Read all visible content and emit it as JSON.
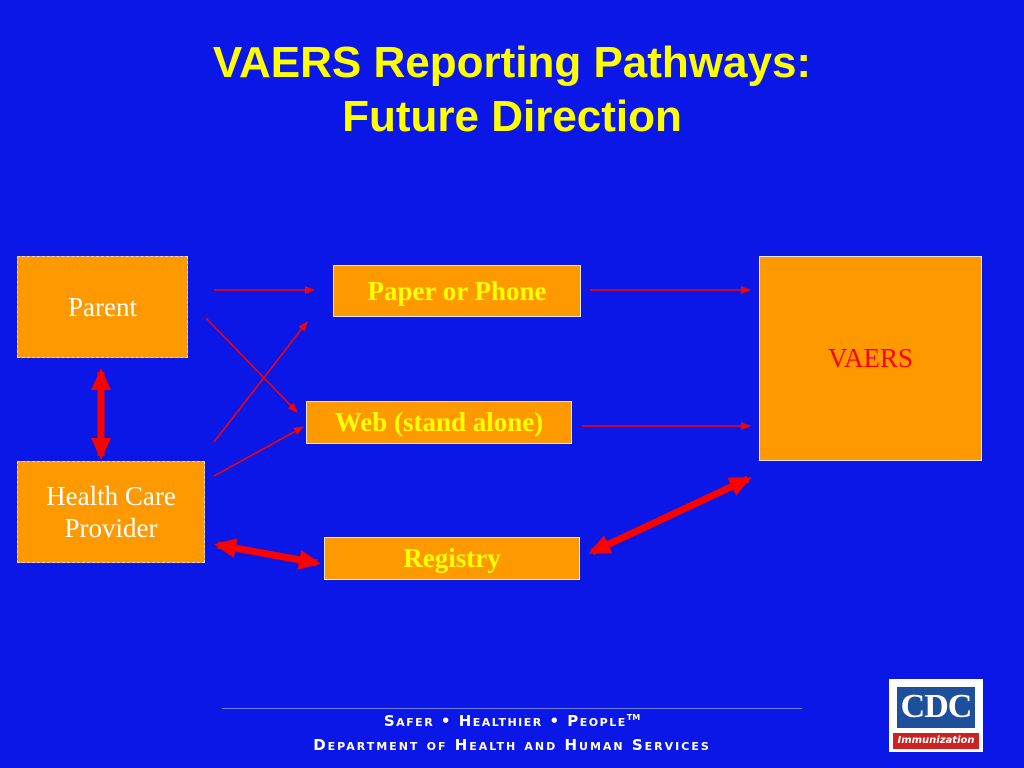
{
  "title": {
    "line1": "VAERS Reporting Pathways:",
    "line2": "Future Direction"
  },
  "nodes": {
    "parent": "Parent",
    "health_care_provider_line1": "Health Care",
    "health_care_provider_line2": "Provider",
    "paper_or_phone": "Paper or Phone",
    "web_stand_alone": "Web (stand alone)",
    "registry": "Registry",
    "vaers": "VAERS"
  },
  "footer": {
    "line1": "Safer • Healthier • People",
    "trademark": "TM",
    "line2": "Department of Health and Human Services"
  },
  "logo": {
    "text": "CDC",
    "subtext": "Immunization"
  },
  "colors": {
    "background": "#0a17e6",
    "title": "#ffff00",
    "box_fill": "#ff9900",
    "arrow": "#ff0000"
  }
}
